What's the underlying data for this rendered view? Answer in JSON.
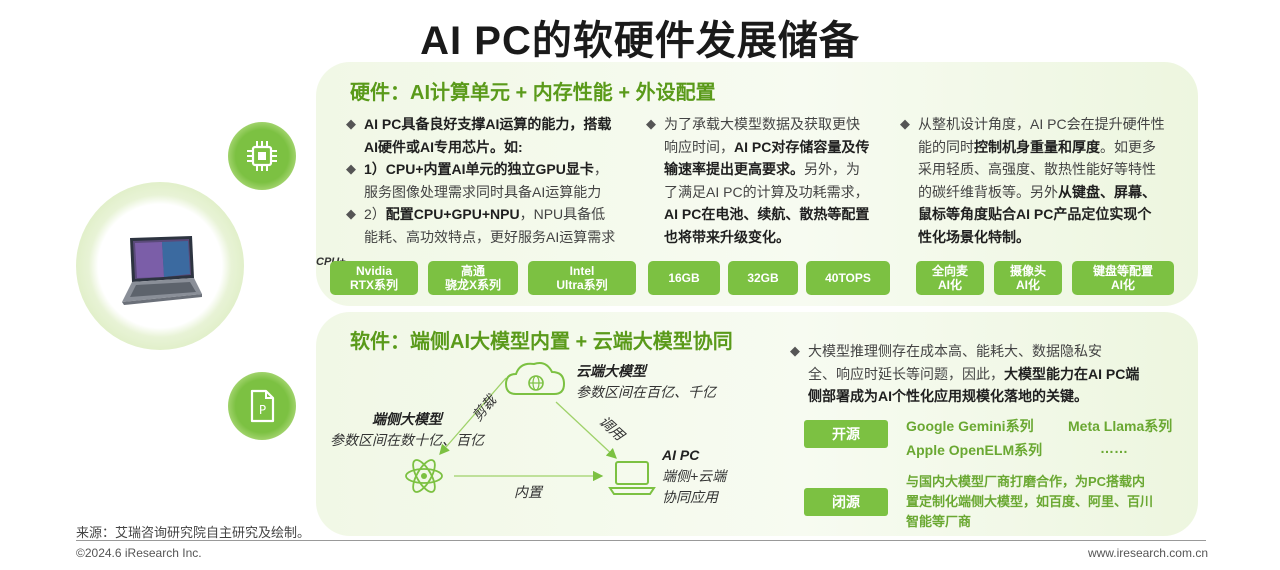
{
  "title": "AI PC的软硬件发展储备",
  "hardware": {
    "heading": "硬件：AI计算单元 + 内存性能 + 外设配置",
    "col1": {
      "l1a": "AI PC具备良好支撑AI运算的能力，搭载",
      "l1b": "AI硬件或AI专用芯片。如:",
      "l2_bold": "1）CPU+内置AI单元的独立GPU显卡",
      "l2_rest": "，",
      "l2b": "服务图像处理需求同时具备AI运算能力",
      "l3_pre": "2）",
      "l3_bold": "配置CPU+GPU+NPU",
      "l3_rest": "，NPU具备低",
      "l3b": "能耗、高功效特点，更好服务AI运算需求"
    },
    "col2": {
      "l1": "为了承载大模型数据及获取更快",
      "l2_pre": "响应时间，",
      "l2_bold": "AI PC对存储容量及传",
      "l3_bold": "输速率提出更高要求。",
      "l3_rest": "另外，为",
      "l4": "了满足AI PC的计算及功耗需求，",
      "l5_bold": "AI PC在电池、续航、散热等配置",
      "l6_bold": "也将带来升级变化。"
    },
    "col3": {
      "l1": "从整机设计角度，AI PC会在提升硬件性",
      "l2_pre": "能的同时",
      "l2_bold": "控制机身重量和厚度",
      "l2_rest": "。如更多",
      "l3": "采用轻质、高强度、散热性能好等特性",
      "l4_pre": "的碳纤维背板等。另外",
      "l4_bold": "从键盘、屏幕、",
      "l5_bold": "鼠标等角度贴合AI PC产品定位实现个",
      "l6_bold": "性化场景化特制。"
    },
    "cpu_plus": "CPU+",
    "tags": [
      {
        "l1": "Nvidia",
        "l2": "RTX系列"
      },
      {
        "l1": "高通",
        "l2": "骁龙X系列"
      },
      {
        "l1": "Intel",
        "l2": "Ultra系列"
      },
      {
        "l1": "16GB",
        "l2": ""
      },
      {
        "l1": "32GB",
        "l2": ""
      },
      {
        "l1": "40TOPS",
        "l2": ""
      },
      {
        "l1": "全向麦",
        "l2": "AI化"
      },
      {
        "l1": "摄像头",
        "l2": "AI化"
      },
      {
        "l1": "键盘等配置",
        "l2": "AI化"
      }
    ]
  },
  "software": {
    "heading": "软件：端侧AI大模型内置 + 云端大模型协同",
    "cloud_title": "云端大模型",
    "cloud_sub": "参数区间在百亿、千亿",
    "device_title": "端侧大模型",
    "device_sub": "参数区间在数十亿、百亿",
    "aipc_title": "AI PC",
    "aipc_l1": "端侧+云端",
    "aipc_l2": "协同应用",
    "edge_cut": "剪裁",
    "edge_call": "调用",
    "edge_builtin": "内置",
    "bullet_l1": "大模型推理侧存在成本高、能耗大、数据隐私安",
    "bullet_l2_pre": "全、响应时延长等问题，因此，",
    "bullet_l2_bold": "大模型能力在AI PC端",
    "bullet_l3_bold": "侧部署成为AI个性化应用规模化落地的关键。",
    "open_label": "开源",
    "open_models": [
      "Google Gemini系列",
      "Meta Llama系列",
      "Apple OpenELM系列",
      "……"
    ],
    "closed_label": "闭源",
    "closed_l1": "与国内大模型厂商打磨合作，为PC搭载内",
    "closed_l2": "置定制化端侧大模型，如百度、阿里、百川",
    "closed_l3": "智能等厂商"
  },
  "footer": {
    "source": "来源：艾瑞咨询研究院自主研究及绘制。",
    "copyright": "©2024.6 iResearch Inc.",
    "site": "www.iresearch.com.cn"
  },
  "colors": {
    "accent": "#7cc142",
    "heading": "#5a9a1a",
    "panel": "#f3f9ea"
  }
}
